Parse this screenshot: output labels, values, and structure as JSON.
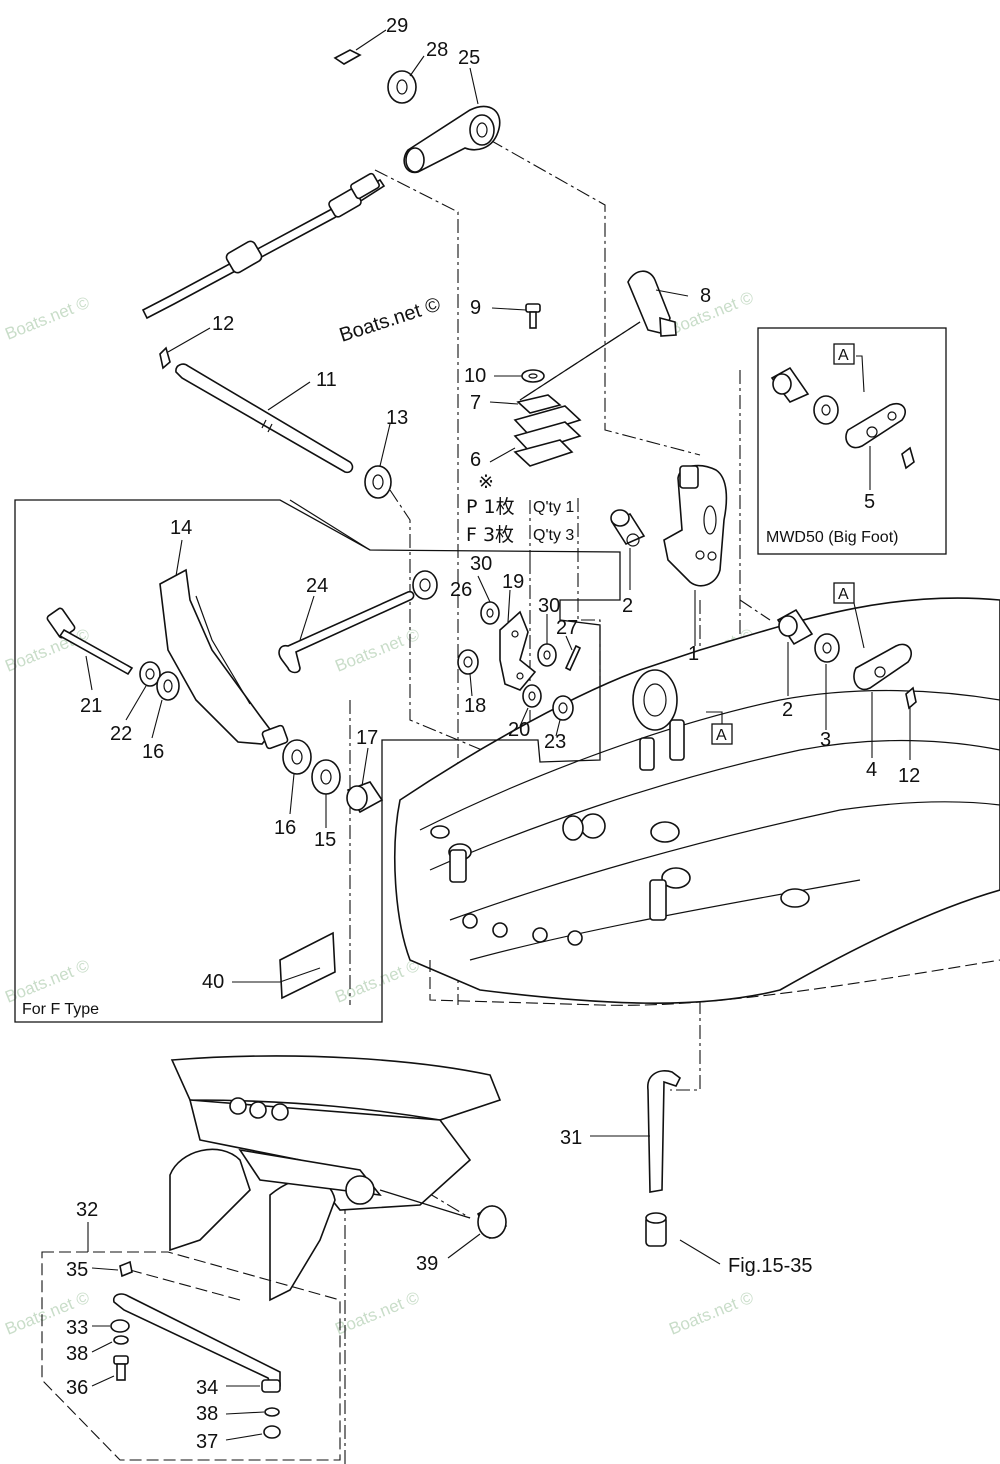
{
  "watermark": "Boats.net ©",
  "brand": "Boats.net ©",
  "callouts": {
    "n29": "29",
    "n28": "28",
    "n25": "25",
    "n8": "8",
    "n9": "9",
    "n12a": "12",
    "n11": "11",
    "n10": "10",
    "n7": "7",
    "n13": "13",
    "n6": "6",
    "n14": "14",
    "n24": "24",
    "n30a": "30",
    "n26": "26",
    "n19": "19",
    "n30b": "30",
    "n27": "27",
    "n2a": "2",
    "n1": "1",
    "n21": "21",
    "n22": "22",
    "n16a": "16",
    "n18": "18",
    "n20": "20",
    "n23": "23",
    "n17": "17",
    "n16b": "16",
    "n15": "15",
    "n40": "40",
    "n5": "5",
    "n2b": "2",
    "n3": "3",
    "n4": "4",
    "n12b": "12",
    "n31": "31",
    "n32": "32",
    "n35": "35",
    "n39": "39",
    "n33": "33",
    "n38a": "38",
    "n36": "36",
    "n34": "34",
    "n38b": "38",
    "n37": "37"
  },
  "note": {
    "symbol": "※",
    "line_p": "P  1枚",
    "qty_p": "Q'ty 1",
    "line_f": "F  3枚",
    "qty_f": "Q'ty 3"
  },
  "boxes": {
    "big_foot_label": "MWD50 (Big Foot)",
    "f_type_label": "For F Type",
    "ref_a1": "A",
    "ref_a2": "A",
    "ref_a3": "A"
  },
  "figure_ref": "Fig.15-35"
}
